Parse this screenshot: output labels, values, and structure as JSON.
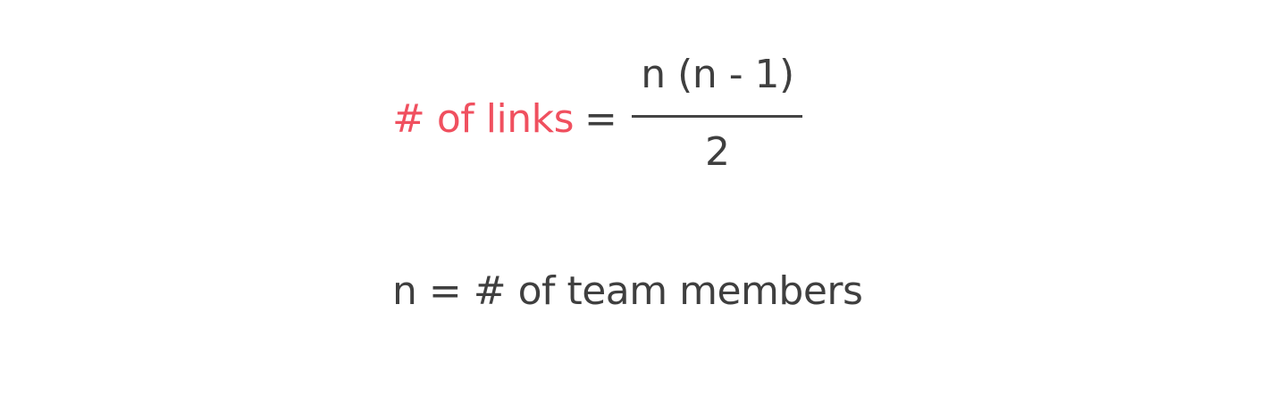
{
  "formula": {
    "lhs_term": "# of links",
    "equals": "=",
    "numerator": "n (n - 1)",
    "denominator": "2",
    "colors": {
      "highlight": "#f0505f",
      "text": "#3f3f3f",
      "fraction_bar": "#444444"
    }
  },
  "definition": {
    "text": "n = # of team members"
  }
}
